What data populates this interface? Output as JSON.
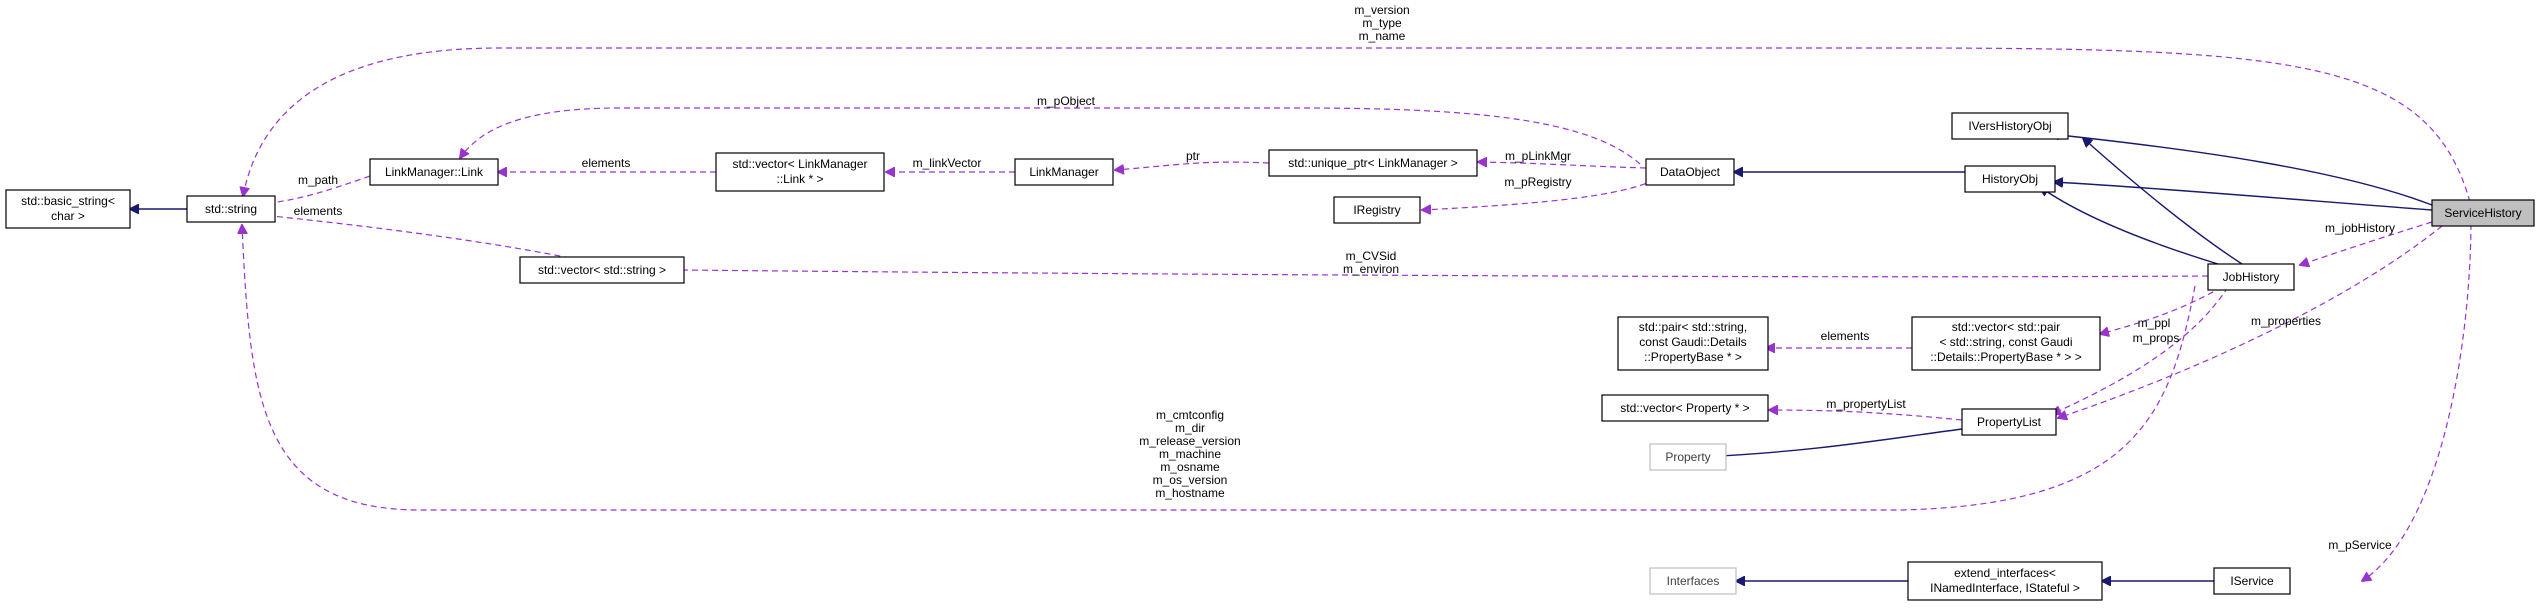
{
  "nodes": {
    "service_history": "ServiceHistory",
    "iverts": "IVersHistoryObj",
    "history_obj": "HistoryObj",
    "data_object": "DataObject",
    "job_history": "JobHistory",
    "iregistry": "IRegistry",
    "unique_ptr": "std::unique_ptr< LinkManager >",
    "link_manager": "LinkManager",
    "vector_link_1": "std::vector< LinkManager",
    "vector_link_2": "::Link * >",
    "link_manager_link": "LinkManager::Link",
    "std_string": "std::string",
    "basic_string_1": "std::basic_string<",
    "basic_string_2": "char >",
    "vector_string": "std::vector< std::string >",
    "pair_1": "std::pair< std::string,",
    "pair_2": "const Gaudi::Details",
    "pair_3": "::PropertyBase * >",
    "vector_pair_1": "std::vector< std::pair",
    "vector_pair_2": "< std::string, const Gaudi",
    "vector_pair_3": "::Details::PropertyBase * > >",
    "vector_property": "std::vector< Property * >",
    "property_list": "PropertyList",
    "property": "Property",
    "interfaces": "Interfaces",
    "extend_1": "extend_interfaces<",
    "extend_2": "INamedInterface, IStateful >",
    "iservice": "IService"
  },
  "edge_labels": {
    "version_1": "m_version",
    "version_2": "m_type",
    "version_3": "m_name",
    "p_object": "m_pObject",
    "m_path": "m_path",
    "elements_link": "elements",
    "link_vector": "m_linkVector",
    "ptr": "ptr",
    "p_link_mgr": "m_pLinkMgr",
    "p_registry": "m_pRegistry",
    "elements_string": "elements",
    "cvs_1": "m_CVSid",
    "cvs_2": "m_environ",
    "job_history": "m_jobHistory",
    "elements_pair": "elements",
    "ppl": "m_ppl",
    "props": "m_props",
    "properties": "m_properties",
    "property_list": "m_propertyList",
    "cmt_1": "m_cmtconfig",
    "cmt_2": "m_dir",
    "cmt_3": "m_release_version",
    "cmt_4": "m_machine",
    "cmt_5": "m_osname",
    "cmt_6": "m_os_version",
    "cmt_7": "m_hostname",
    "p_service": "m_pService"
  },
  "colors": {
    "inheritance": "#191970",
    "usage": "#9a32cd",
    "selected_fill": "#bfbfbf"
  }
}
